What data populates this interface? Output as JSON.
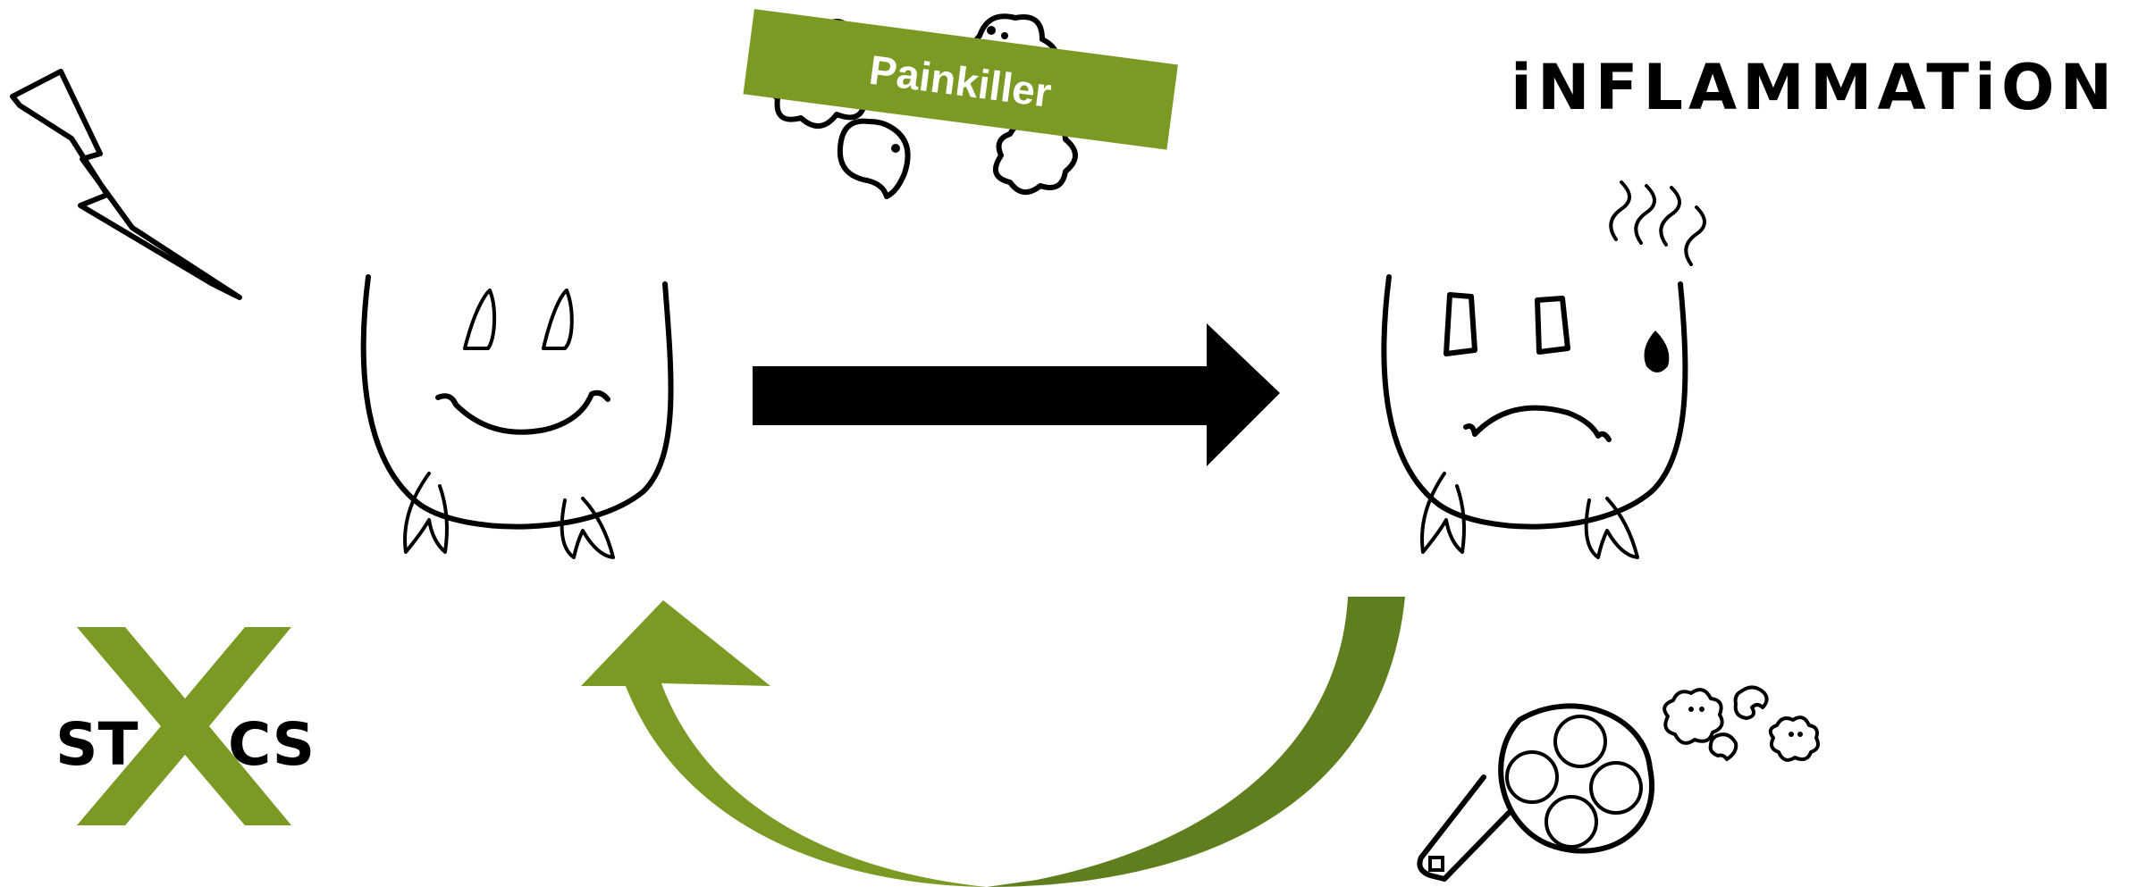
{
  "labels": {
    "painkiller": "Painkiller",
    "inflammation": "iNFLAMMATiON",
    "crossed_word_left": "ST",
    "crossed_word_right": "CS"
  },
  "colors": {
    "accent_green": "#7a9a24",
    "accent_green_dark": "#5f7f1f",
    "ink": "#000000",
    "background": "#ffffff"
  },
  "icons": [
    "lightning-bolt-icon",
    "happy-cell-icon",
    "sad-cell-icon",
    "virus-cluster-icon",
    "nerve-cell-icon",
    "cross-icon"
  ]
}
